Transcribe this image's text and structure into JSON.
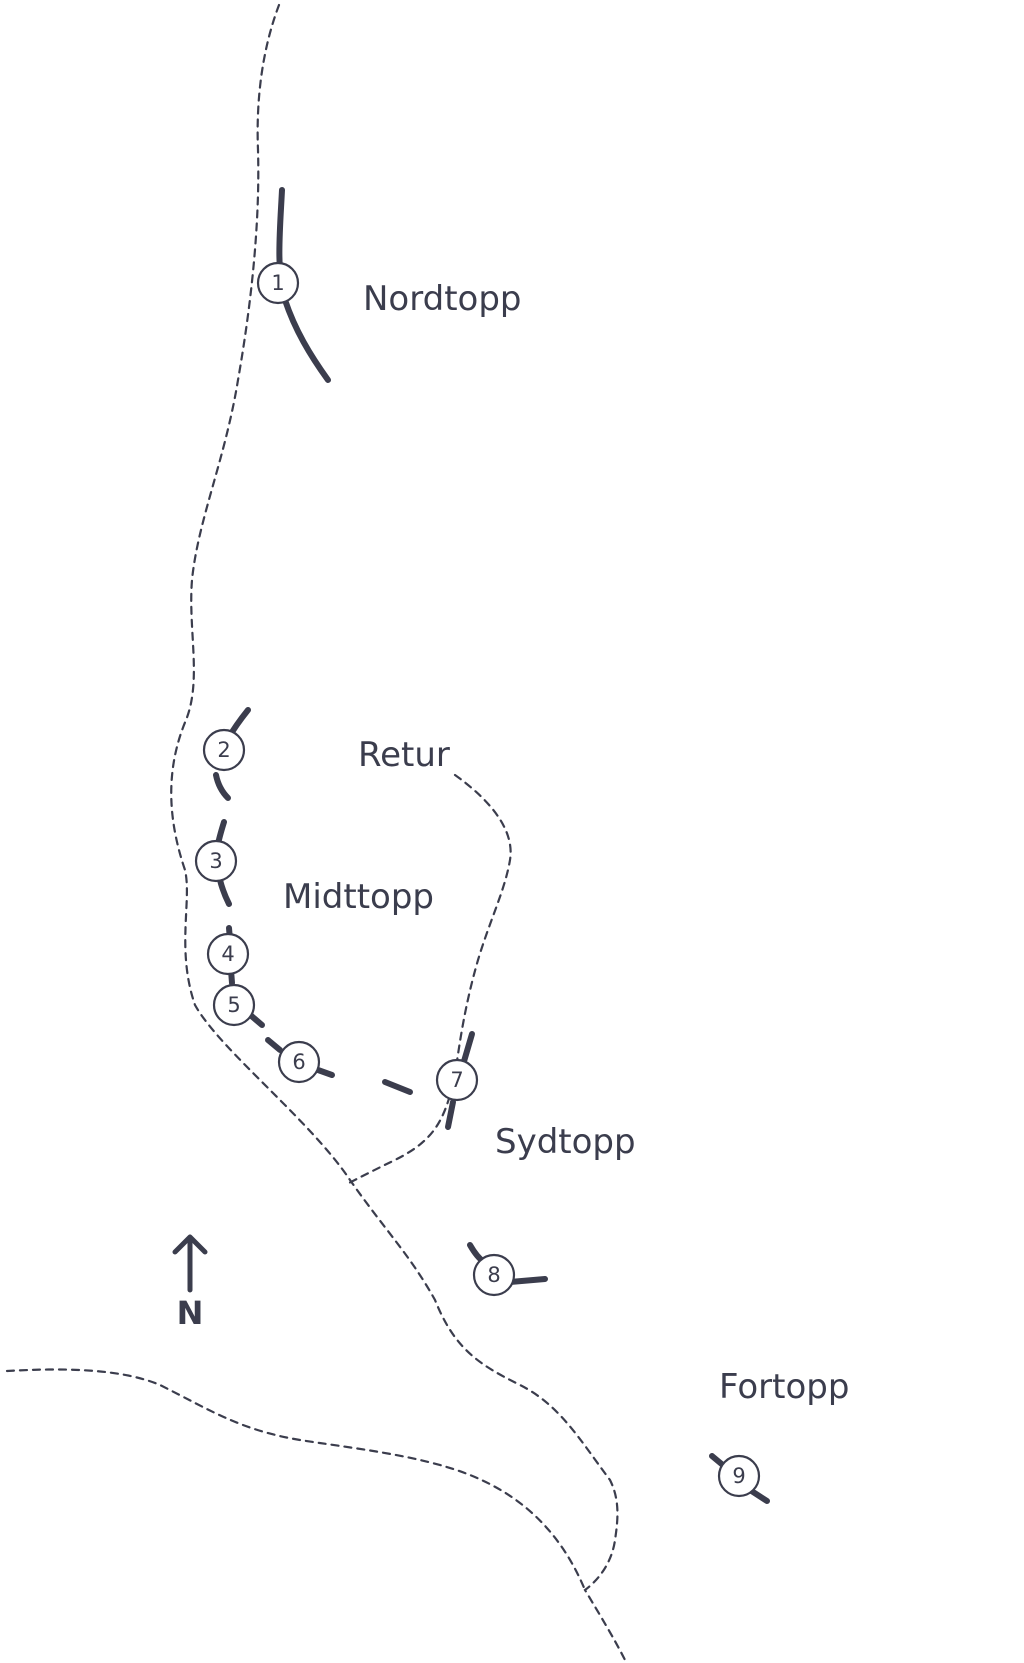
{
  "labels": {
    "nordtopp": "Nordtopp",
    "retur": "Retur",
    "midttopp": "Midttopp",
    "sydtopp": "Sydtopp",
    "fortopp": "Fortopp"
  },
  "compass": {
    "letter": "N"
  },
  "markers": [
    {
      "num": "1"
    },
    {
      "num": "2"
    },
    {
      "num": "3"
    },
    {
      "num": "4"
    },
    {
      "num": "5"
    },
    {
      "num": "6"
    },
    {
      "num": "7"
    },
    {
      "num": "8"
    },
    {
      "num": "9"
    }
  ],
  "colors": {
    "ink": "#3b3d4d",
    "background": "#ffffff"
  }
}
